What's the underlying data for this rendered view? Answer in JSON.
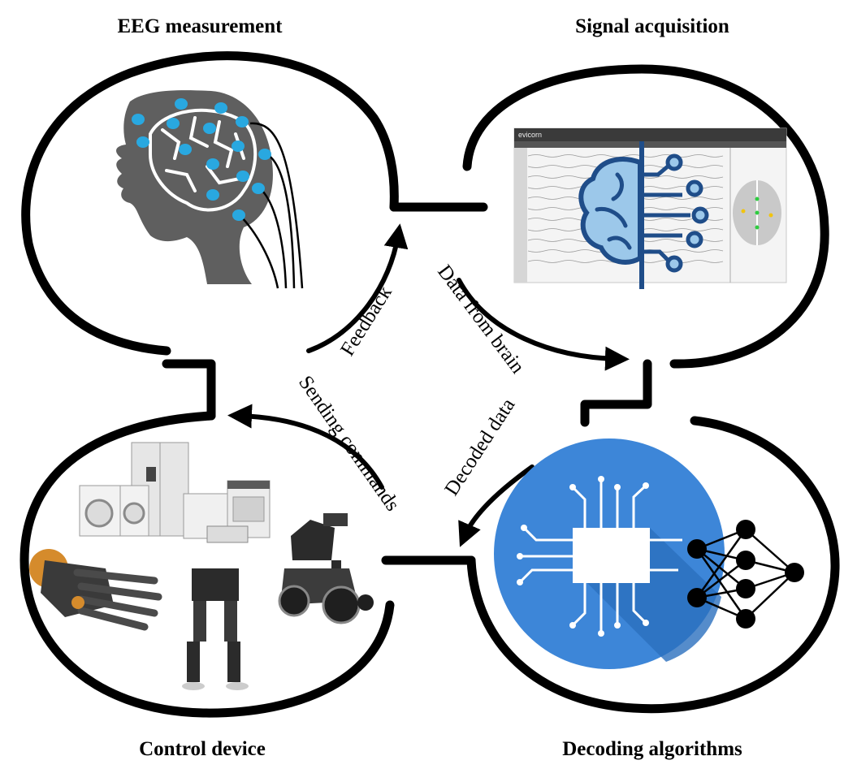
{
  "titles": {
    "eeg": "EEG measurement",
    "signal": "Signal acquisition",
    "control": "Control device",
    "decoding": "Decoding algorithms"
  },
  "flow_labels": {
    "feedback": "Feedback",
    "data_from_brain": "Data from brain",
    "sending_commands": "Sending commands",
    "decoded_data": "Decoded data"
  },
  "software_brand": "evicorn",
  "colors": {
    "outline": "#000000",
    "electrode": "#29a8e0",
    "head": "#5f5f5f",
    "brain_icon": "#9cc8ea",
    "brain_icon_stroke": "#1f4d89",
    "chip_circle": "#3d86d8",
    "chip_shadow": "#2a6fbe"
  },
  "icons": {
    "eeg": "head-with-eeg-electrodes",
    "signal": "brain-circuit-icon",
    "decoding": "microchip-neural-network",
    "control": "assistive-devices"
  }
}
